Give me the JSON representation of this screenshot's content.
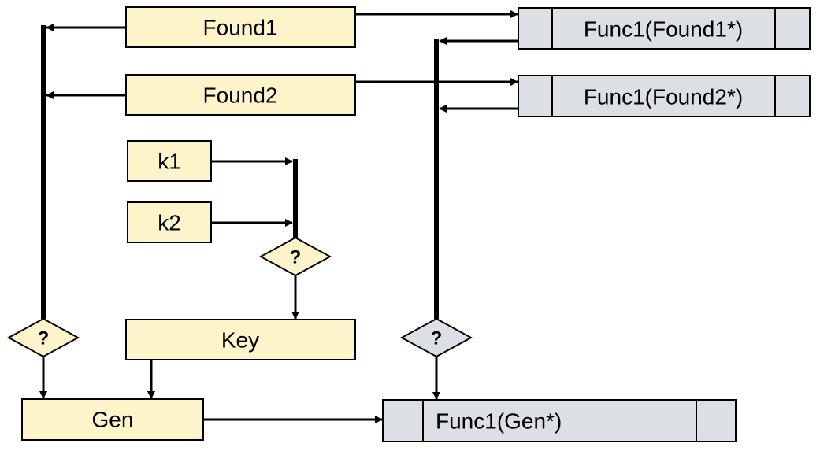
{
  "colors": {
    "yellow_fill": "#fdf5c9",
    "gray_fill": "#dcdfe3",
    "stroke": "#000000",
    "background": "#ffffff"
  },
  "nodes": {
    "found1": "Found1",
    "found2": "Found2",
    "k1": "k1",
    "k2": "k2",
    "key": "Key",
    "gen": "Gen",
    "func_found1": "Func1(Found1*)",
    "func_found2": "Func1(Found2*)",
    "func_gen": "Func1(Gen*)"
  },
  "decisions": {
    "left": "?",
    "middle": "?",
    "right": "?"
  }
}
